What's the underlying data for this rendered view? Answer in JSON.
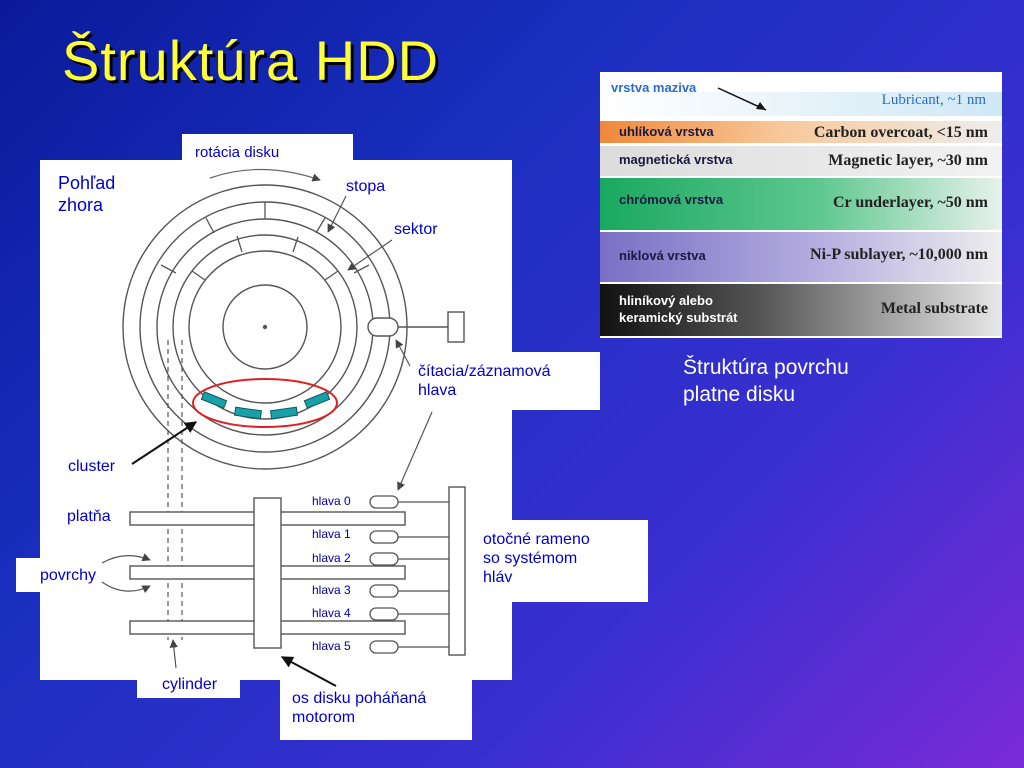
{
  "title": "Štruktúra HDD",
  "diagram": {
    "view_top_label": "Pohľad\nzhora",
    "rotation_label": "rotácia disku",
    "track_label": "stopa",
    "sector_label": "sektor",
    "head_label": "čítacia/záznamová\nhlava",
    "cluster_label": "cluster",
    "platter_label": "platňa",
    "surfaces_label": "povrchy",
    "cylinder_label": "cylinder",
    "spindle_label": "os disku poháňaná\nmotorom",
    "arm_label": "otočné rameno\nso systémom\nhláv",
    "heads": [
      "hlava 0",
      "hlava 1",
      "hlava 2",
      "hlava 3",
      "hlava 4",
      "hlava 5"
    ]
  },
  "layers": {
    "caption": "Štruktúra povrchu\nplatne disku",
    "items": [
      {
        "sk": "vrstva maziva",
        "en": "Lubricant, ~1 nm",
        "color": "#cfe8f5"
      },
      {
        "sk": "uhlíková vrstva",
        "en": "Carbon overcoat, <15 nm",
        "color": "#f0883a"
      },
      {
        "sk": "magnetická vrstva",
        "en": "Magnetic layer, ~30 nm",
        "color": "#e8e8e8"
      },
      {
        "sk": "chrómová vrstva",
        "en": "Cr underlayer, ~50 nm",
        "color": "#22b46a"
      },
      {
        "sk": "niklová vrstva",
        "en": "Ni-P sublayer, ~10,000 nm",
        "color": "#8a7fcf"
      },
      {
        "sk": "hliníkový alebo\nkeramický substrát",
        "en": "Metal substrate",
        "color": "#202020"
      }
    ]
  }
}
